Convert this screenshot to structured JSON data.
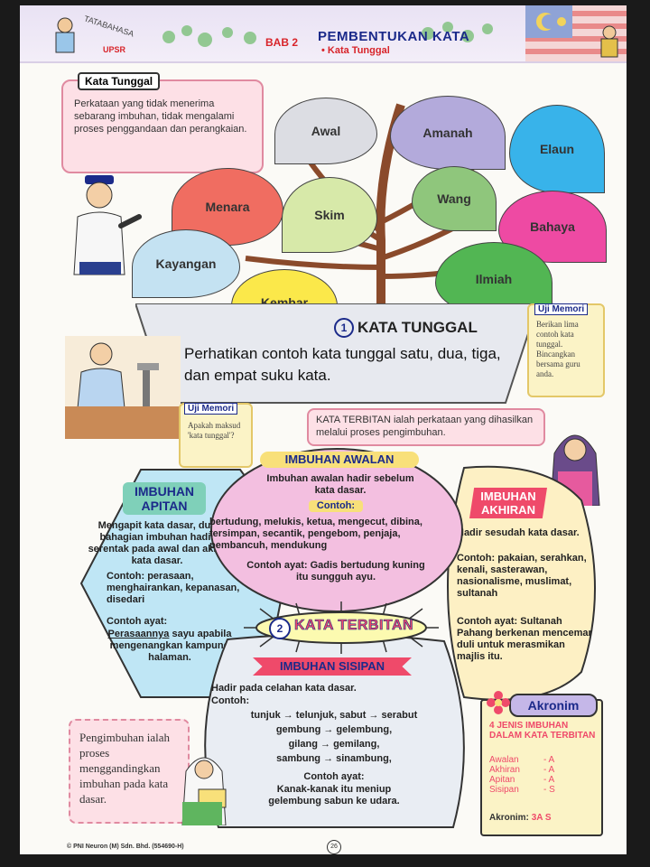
{
  "header": {
    "logo_word": "TATABAHASA",
    "logo_tag": "UPSR",
    "chapter": "BAB 2",
    "title": "PEMBENTUKAN KATA",
    "subtitle": "• Kata Tunggal"
  },
  "definition": {
    "title": "Kata Tunggal",
    "text": "Perkataan yang tidak menerima sebarang imbuhan, tidak mengalami proses penggandaan dan perangkaian."
  },
  "tree_leaves": [
    "Awal",
    "Amanah",
    "Elaun",
    "Menara",
    "Skim",
    "Wang",
    "Bahaya",
    "Kayangan",
    "Ilmiah",
    "Kembar"
  ],
  "section1": {
    "number": "1",
    "title": "KATA TUNGGAL",
    "body": "Perhatikan contoh kata tunggal satu, dua, tiga, dan empat suku kata."
  },
  "uji_memori_1": {
    "title": "Uji Memori",
    "text": "Berikan lima contoh kata tunggal. Bincangkan bersama guru anda."
  },
  "uji_memori_2": {
    "title": "Uji Memori",
    "text": "Apakah maksud 'kata tunggal'?"
  },
  "kata_terbitan_def": "KATA TERBITAN ialah perkataan yang dihasilkan melalui proses pengimbuhan.",
  "imbuhan_awalan": {
    "title": "IMBUHAN AWALAN",
    "desc": "Imbuhan awalan hadir sebelum kata dasar.",
    "contoh_label": "Contoh:",
    "examples": "bertudung, melukis, ketua, mengecut, dibina, tersimpan, secantik, pengebom, penjaja, pembancuh, mendukung",
    "ayat": "Contoh ayat: Gadis bertudung kuning itu sungguh ayu."
  },
  "imbuhan_apitan": {
    "title": "IMBUHAN APITAN",
    "desc": "Mengapit kata dasar, dua bahagian imbuhan hadir serentak pada awal dan akhir kata dasar.",
    "examples": "Contoh: perasaan, menghairankan, kepanasan, disedari",
    "ayat_label": "Contoh ayat:",
    "ayat_underlined": "Perasaannya",
    "ayat": "sayu apabila mengenangkan kampung halaman."
  },
  "imbuhan_akhiran": {
    "title": "IMBUHAN AKHIRAN",
    "desc": "Hadir sesudah kata dasar.",
    "examples": "Contoh: pakaian, serahkan, kenali, sasterawan, nasionalisme, muslimat, sultanah",
    "ayat": "Contoh ayat: Sultanah Pahang berkenan mencemar duli untuk merasmikan majlis itu."
  },
  "section2": {
    "number": "2",
    "title": "KATA TERBITAN"
  },
  "imbuhan_sisipan": {
    "title": "IMBUHAN SISIPAN",
    "desc": "Hadir pada celahan kata dasar.",
    "contoh_label": "Contoh:",
    "lines": [
      "tunjuk → telunjuk, sabut → serabut",
      "gembung → gelembung,",
      "gilang → gemilang,",
      "sambung → sinambung,"
    ],
    "ayat_label": "Contoh ayat:",
    "ayat": "Kanak-kanak itu meniup gelembung sabun ke udara."
  },
  "pengimbuhan": "Pengimbuhan ialah proses menggandingkan imbuhan pada kata dasar.",
  "akronim": {
    "title": "Akronim",
    "heading": "4 JENIS IMBUHAN DALAM KATA TERBITAN",
    "rows": [
      {
        "name": "Awalan",
        "code": "- A"
      },
      {
        "name": "Akhiran",
        "code": "- A"
      },
      {
        "name": "Apitan",
        "code": "- A"
      },
      {
        "name": "Sisipan",
        "code": "- S"
      }
    ],
    "summary_label": "Akronim:",
    "summary": "3A S"
  },
  "footer": {
    "publisher": "© PNI Neuron (M) Sdn. Bhd. (554690-H)",
    "page": "26"
  },
  "colors": {
    "awalan": "#f3bfe0",
    "apitan": "#bfe6f5",
    "akhiran": "#fdf0c4",
    "sisipan": "#e9edf3",
    "title_red": "#ef4a6a",
    "navy": "#1b2a8a"
  }
}
